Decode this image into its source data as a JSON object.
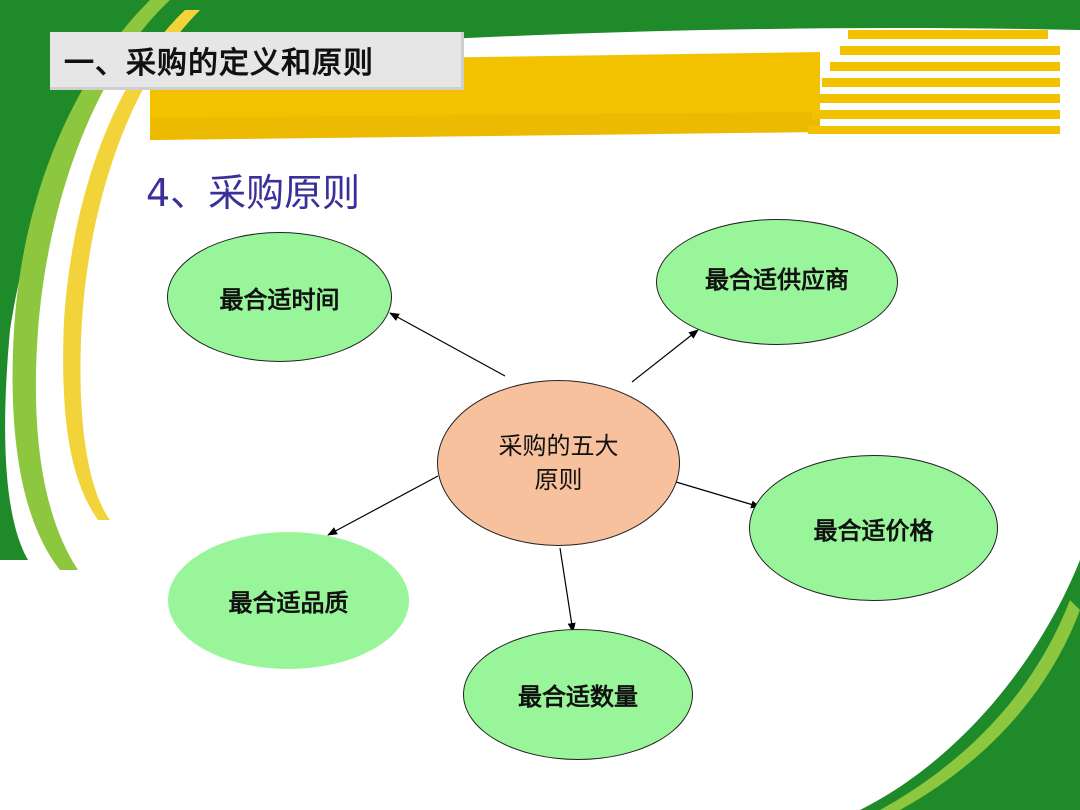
{
  "header": {
    "title": "一、采购的定义和原则"
  },
  "subtitle": "4、采购原则",
  "diagram": {
    "center": {
      "line1": "采购的五大",
      "line2": "原则"
    },
    "nodes": {
      "time": "最合适时间",
      "supplier": "最合适供应商",
      "price": "最合适价格",
      "quantity": "最合适数量",
      "quality": "最合适品质"
    }
  },
  "colors": {
    "green_dark": "#1e8a2a",
    "green_light": "#8dc63f",
    "yellow": "#f2c200",
    "node_fill": "#99f59a",
    "center_fill": "#f8c19d",
    "subtitle": "#3b2f9a"
  }
}
